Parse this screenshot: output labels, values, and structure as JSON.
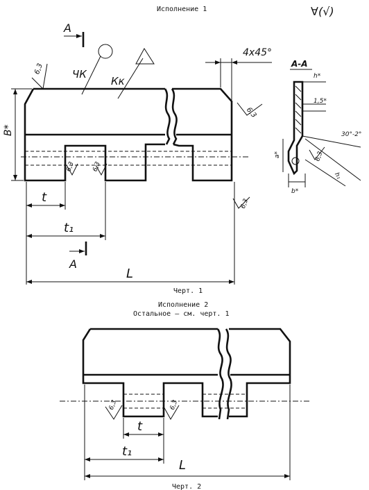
{
  "title_exec1": "Исполнение 1",
  "roughness_symbol": "∀(√)",
  "title_exec2": "Исполнение 2",
  "subtitle_exec2": "Остальное – см. черт. 1",
  "caption1": "Черт. 1",
  "caption2": "Черт. 2",
  "section_label": "A-A",
  "labels": {
    "A_top": "A",
    "A_bottom": "A",
    "chk": "ЧК",
    "kk": "Кк",
    "chamfer": "4x45°",
    "B": "B*",
    "t": "t",
    "t1": "t₁",
    "L": "L",
    "r63": "6,3",
    "h": "h*",
    "s15": "1,5*",
    "angle": "30°-2°",
    "a": "a*",
    "b": "b*",
    "h1": "h₁"
  }
}
